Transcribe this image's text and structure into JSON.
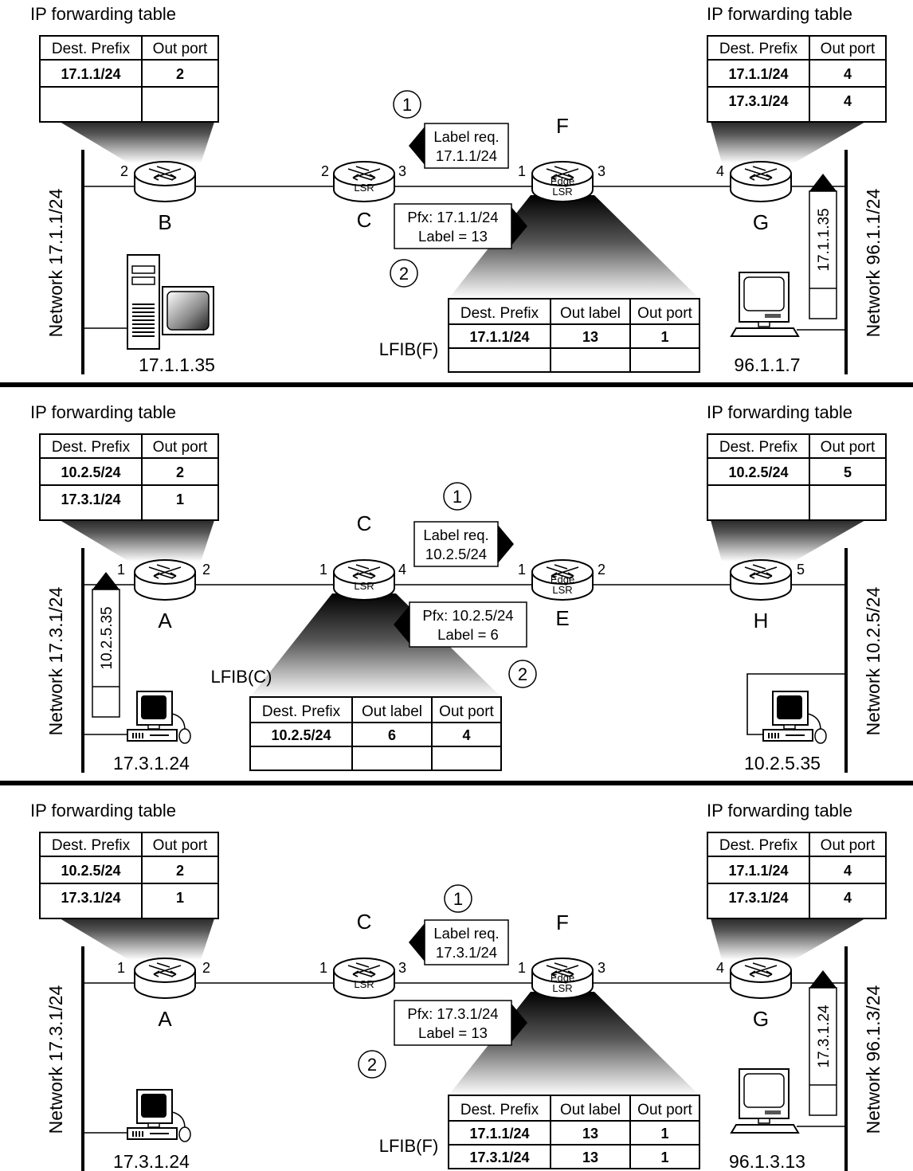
{
  "panels": [
    {
      "left_table": {
        "title": "IP forwarding table",
        "headers": [
          "Dest. Prefix",
          "Out port"
        ],
        "rows": [
          [
            "17.1.1/24",
            "2"
          ],
          [
            "",
            ""
          ]
        ]
      },
      "right_table": {
        "title": "IP forwarding table",
        "headers": [
          "Dest. Prefix",
          "Out port"
        ],
        "rows": [
          [
            "17.1.1/24",
            "4"
          ],
          [
            "17.3.1/24",
            "4"
          ]
        ]
      },
      "left_network": "Network 17.1.1/24",
      "right_network": "Network 96.1.1/24",
      "router_left": {
        "name": "B",
        "ports": [
          "2"
        ]
      },
      "router_mid": {
        "name": "C",
        "type": "LSR",
        "ports": [
          "2",
          "3"
        ]
      },
      "router_edge": {
        "name": "F",
        "type1": "Edge",
        "type2": "LSR",
        "ports": [
          "1",
          "3"
        ]
      },
      "router_right": {
        "name": "G",
        "ports": [
          "4"
        ]
      },
      "left_host": "17.1.1.35",
      "right_host": "96.1.1.7",
      "packet": "17.1.1.35",
      "msg1": {
        "step": "1",
        "line1": "Label req.",
        "line2": "17.1.1/24"
      },
      "msg2": {
        "step": "2",
        "line1": "Pfx: 17.1.1/24",
        "line2": "Label = 13"
      },
      "lfib": {
        "label": "LFIB(F)",
        "headers": [
          "Dest. Prefix",
          "Out label",
          "Out port"
        ],
        "rows": [
          [
            "17.1.1/24",
            "13",
            "1"
          ],
          [
            "",
            "",
            ""
          ]
        ]
      }
    },
    {
      "left_table": {
        "title": "IP forwarding table",
        "headers": [
          "Dest. Prefix",
          "Out port"
        ],
        "rows": [
          [
            "10.2.5/24",
            "2"
          ],
          [
            "17.3.1/24",
            "1"
          ]
        ]
      },
      "right_table": {
        "title": "IP forwarding table",
        "headers": [
          "Dest. Prefix",
          "Out port"
        ],
        "rows": [
          [
            "10.2.5/24",
            "5"
          ],
          [
            "",
            ""
          ]
        ]
      },
      "left_network": "Network 17.3.1/24",
      "right_network": "Network 10.2.5/24",
      "router_left": {
        "name": "A",
        "ports": [
          "1",
          "2"
        ]
      },
      "router_mid": {
        "name": "C",
        "type": "LSR",
        "ports": [
          "1",
          "4"
        ]
      },
      "router_edge": {
        "name": "E",
        "type1": "Edge",
        "type2": "LSR",
        "ports": [
          "1",
          "2"
        ]
      },
      "router_right": {
        "name": "H",
        "ports": [
          "5"
        ]
      },
      "left_host": "17.3.1.24",
      "right_host": "10.2.5.35",
      "packet": "10.2.5.35",
      "msg1": {
        "step": "1",
        "line1": "Label req.",
        "line2": "10.2.5/24"
      },
      "msg2": {
        "step": "2",
        "line1": "Pfx: 10.2.5/24",
        "line2": "Label = 6"
      },
      "lfib": {
        "label": "LFIB(C)",
        "headers": [
          "Dest. Prefix",
          "Out label",
          "Out port"
        ],
        "rows": [
          [
            "10.2.5/24",
            "6",
            "4"
          ],
          [
            "",
            "",
            ""
          ]
        ]
      }
    },
    {
      "left_table": {
        "title": "IP forwarding table",
        "headers": [
          "Dest. Prefix",
          "Out port"
        ],
        "rows": [
          [
            "10.2.5/24",
            "2"
          ],
          [
            "17.3.1/24",
            "1"
          ]
        ]
      },
      "right_table": {
        "title": "IP forwarding table",
        "headers": [
          "Dest. Prefix",
          "Out port"
        ],
        "rows": [
          [
            "17.1.1/24",
            "4"
          ],
          [
            "17.3.1/24",
            "4"
          ]
        ]
      },
      "left_network": "Network 17.3.1/24",
      "right_network": "Network 96.1.3/24",
      "router_left": {
        "name": "A",
        "ports": [
          "1",
          "2"
        ]
      },
      "router_mid": {
        "name": "C",
        "type": "LSR",
        "ports": [
          "1",
          "3"
        ]
      },
      "router_edge": {
        "name": "F",
        "type1": "Edge",
        "type2": "LSR",
        "ports": [
          "1",
          "3"
        ]
      },
      "router_right": {
        "name": "G",
        "ports": [
          "4"
        ]
      },
      "left_host": "17.3.1.24",
      "right_host": "96.1.3.13",
      "packet": "17.3.1.24",
      "msg1": {
        "step": "1",
        "line1": "Label req.",
        "line2": "17.3.1/24"
      },
      "msg2": {
        "step": "2",
        "line1": "Pfx: 17.3.1/24",
        "line2": "Label = 13"
      },
      "lfib": {
        "label": "LFIB(F)",
        "headers": [
          "Dest. Prefix",
          "Out label",
          "Out port"
        ],
        "rows": [
          [
            "17.1.1/24",
            "13",
            "1"
          ],
          [
            "17.3.1/24",
            "13",
            "1"
          ]
        ]
      }
    }
  ]
}
